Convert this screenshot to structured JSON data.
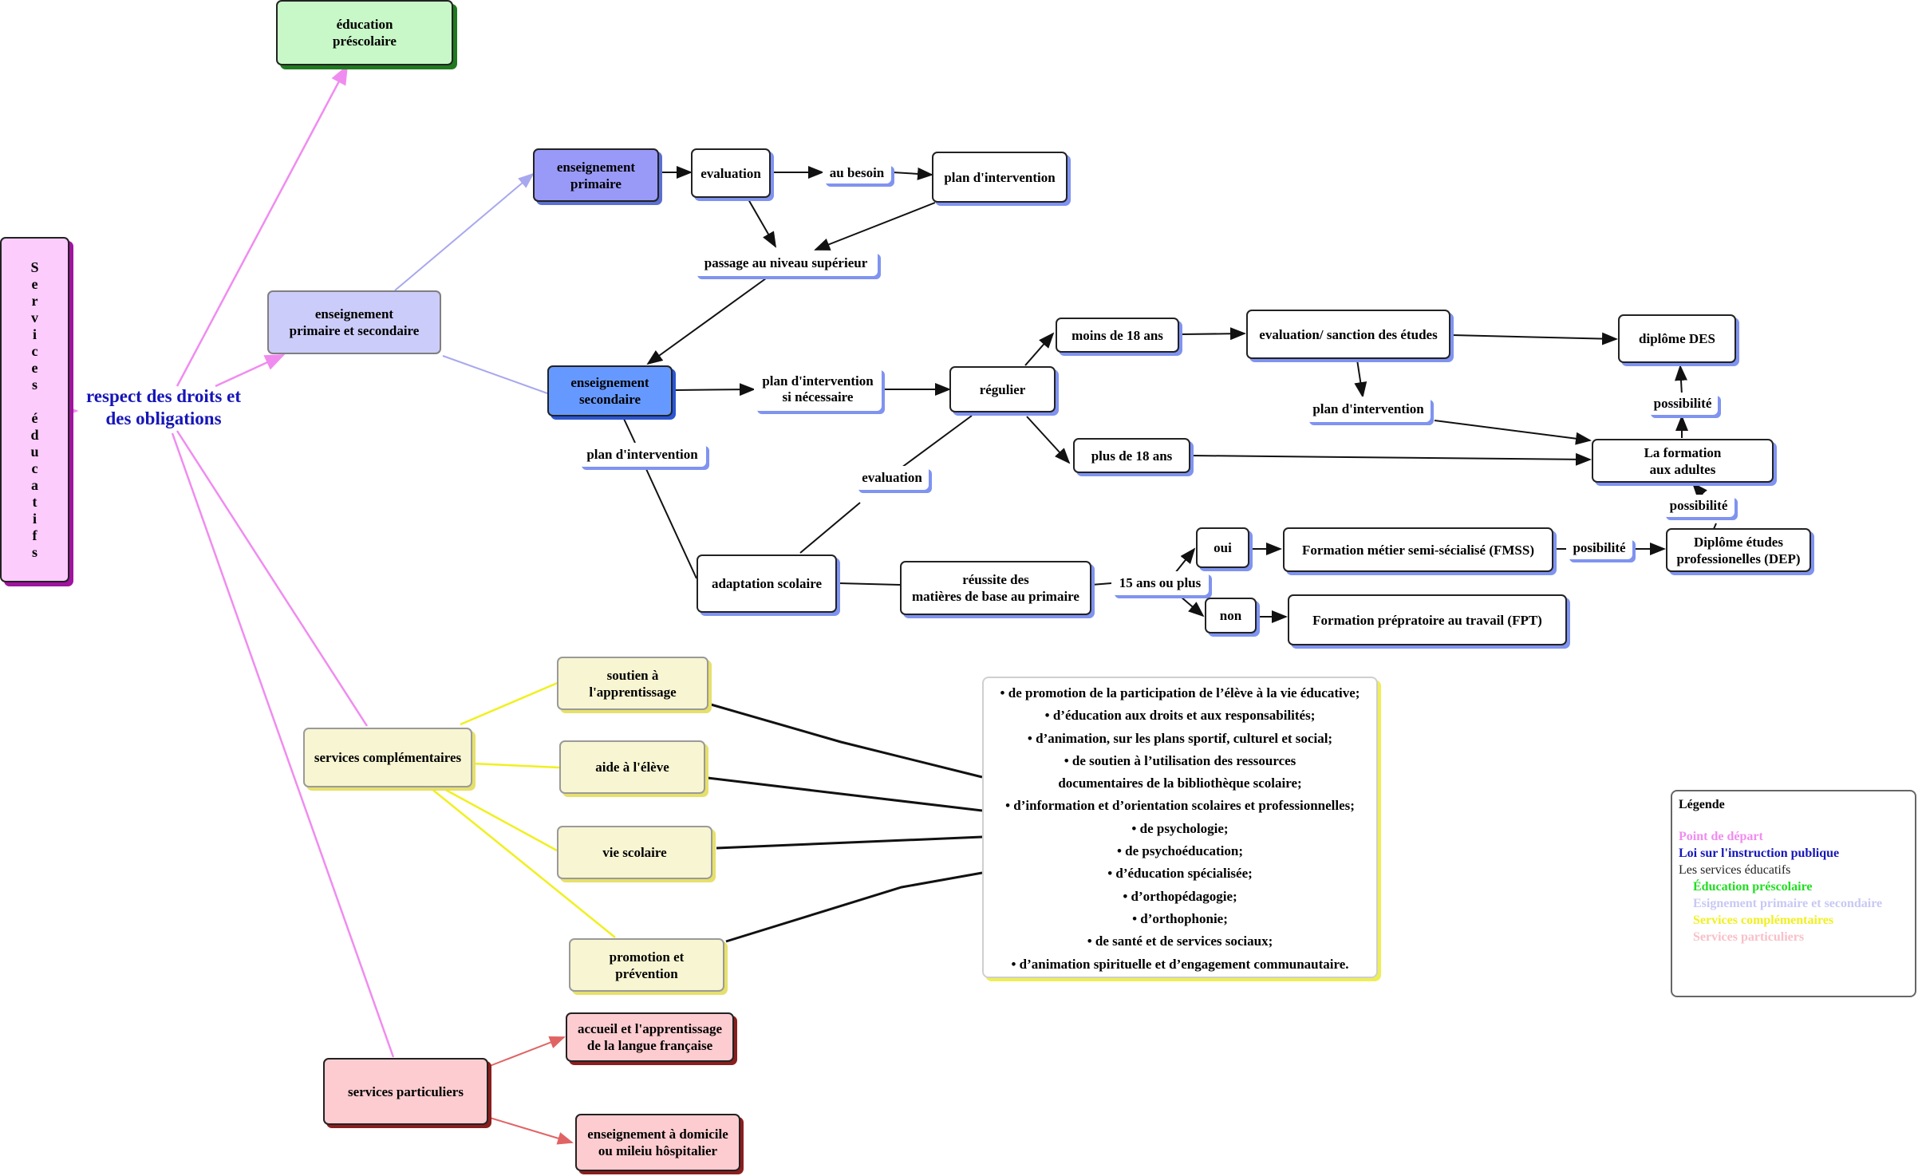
{
  "root": {
    "title": "Services éducatifs",
    "law": "respect des droits et\ndes obligations"
  },
  "nodes": {
    "prescolaire": "éducation\npréscolaire",
    "prim_sec": "enseignement\nprimaire et secondaire",
    "primaire": "enseignement\nprimaire",
    "secondaire": "enseignement\nsecondaire",
    "evaluation1": "evaluation",
    "plan_intervention1": "plan d'intervention",
    "regulier": "régulier",
    "moins18": "moins de 18 ans",
    "plus18": "plus de 18 ans",
    "eval_sanction": "evaluation/ sanction des études",
    "des": "diplôme DES",
    "formation_adultes": "La formation\naux adultes",
    "dep": "Diplôme études\nprofessionelles (DEP)",
    "adaptation": "adaptation scolaire",
    "reussite": "réussite des\nmatières de base au primaire",
    "oui": "oui",
    "non": "non",
    "fmss": "Formation métier semi-sécialisé (FMSS)",
    "fpt": "Formation prépratoire au travail (FPT)",
    "complementaires": "services complémentaires",
    "soutien": "soutien à\nl'apprentissage",
    "aide": "aide à l'élève",
    "vie": "vie scolaire",
    "promotion": "promotion et\nprévention",
    "particuliers": "services particuliers",
    "accueil": "accueil et l'apprentissage\nde la langue française",
    "domicile": "enseignement à domicile\nou mileiu hôspitalier"
  },
  "labels": {
    "au_besoin": "au besoin",
    "passage": "passage au niveau supérieur",
    "plan_si_necessaire": "plan d'intervention\nsi nécessaire",
    "plan_intervention2": "plan d'intervention",
    "plan_intervention3": "plan d'intervention",
    "evaluation2": "evaluation",
    "possibilite1": "possibilité",
    "possibilite2": "possibilité",
    "posibilite": "posibilité",
    "quinze_ans": "15 ans ou plus"
  },
  "services_list": [
    "• de promotion de la participation de l’élève à la vie éducative;",
    "• d’éducation aux droits et aux responsabilités;",
    "• d’animation, sur les plans sportif, culturel et social;",
    "• de soutien à l’utilisation des ressources",
    "documentaires de la bibliothèque scolaire;",
    "• d’information et d’orientation scolaires et professionnelles;",
    "• de psychologie;",
    "• de psychoéducation;",
    "• d’éducation spécialisée;",
    "• d’orthopédagogie;",
    "• d’orthophonie;",
    "• de santé et de services sociaux;",
    "• d’animation spirituelle et d’engagement communautaire."
  ],
  "legend": {
    "title": "Légende",
    "items": [
      {
        "text": "Point de départ",
        "color": "#f08cf0",
        "indent": false
      },
      {
        "text": "Loi sur l'instruction publique",
        "color": "#1616b8",
        "indent": false
      },
      {
        "text": "Les services éducatifs",
        "color": "#222222",
        "indent": false
      },
      {
        "text": "Éducation préscolaire",
        "color": "#22dd22",
        "indent": true
      },
      {
        "text": "Esignement primaire et secondaire",
        "color": "#c8c8f5",
        "indent": true
      },
      {
        "text": "Services complémentaires",
        "color": "#f0f020",
        "indent": true
      },
      {
        "text": "Services particuliers",
        "color": "#f8c0c8",
        "indent": true
      }
    ]
  },
  "colors": {
    "pink": "#f08cf0",
    "lavender": "#a8a8ee",
    "yellow": "#f0f020",
    "red": "#e06464",
    "black": "#111111"
  }
}
